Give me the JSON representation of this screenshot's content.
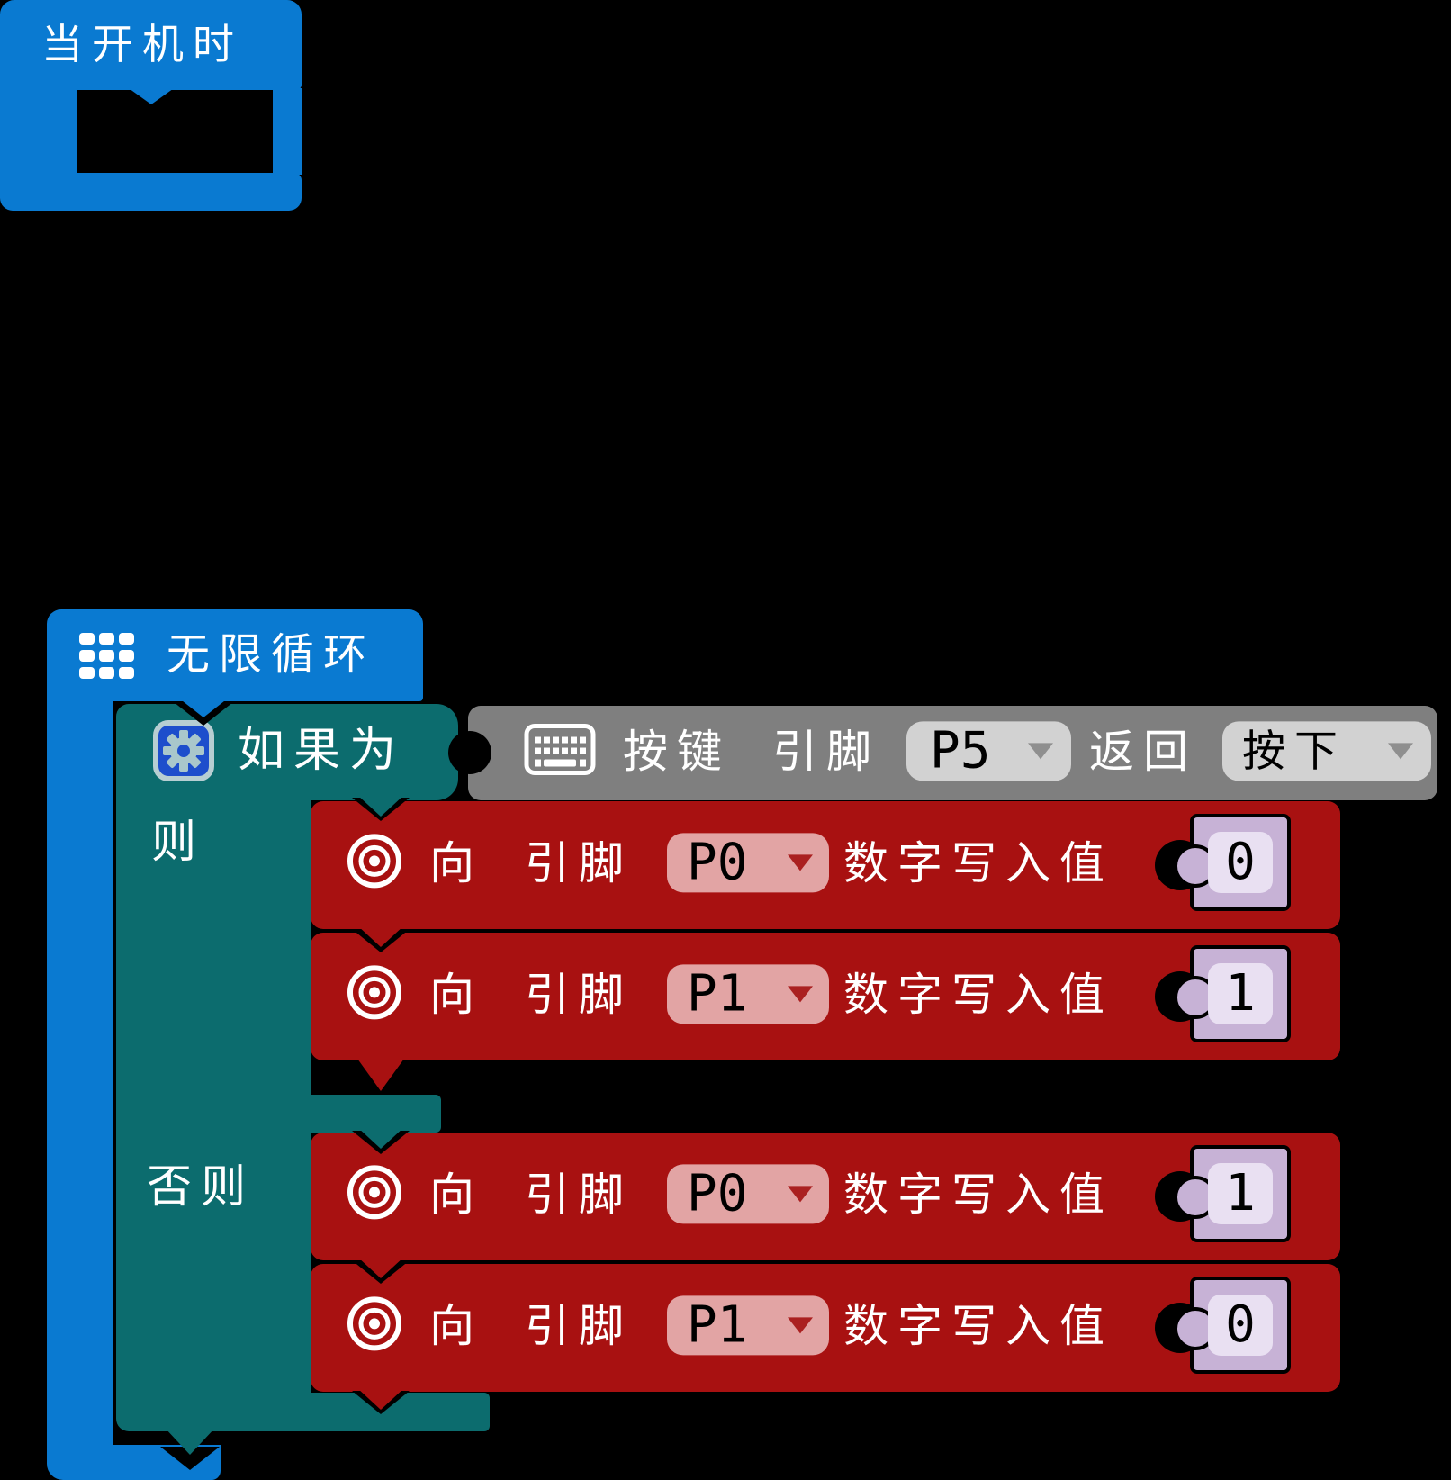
{
  "palette": {
    "blue": "#0a7ad1",
    "teal": "#0c6c6e",
    "red": "#a81111",
    "gray": "#7f7f7f",
    "light_gray": "#d2d2d2",
    "pink": "#e2a4a4",
    "purple": "#c7b2d6",
    "purple_light": "#e9e0f2",
    "gear_blue": "#1d4ecc",
    "gear_border": "#b7ced2",
    "gear_glyph": "#a9c7cb",
    "tri_gray": "#8f8f8f",
    "tri_red": "#aa2020",
    "white": "#ffffff",
    "black": "#000000"
  },
  "icons": {
    "forever": "grid-icon",
    "if_mutator": "gear-icon",
    "condition": "keyboard-icon",
    "digital_write": "target-icon",
    "dropdown": "chevron-down-icon"
  },
  "blocks": {
    "on_start": {
      "label": "当开机时"
    },
    "forever": {
      "label": "无限循环"
    },
    "if": {
      "if_label": "如果为",
      "then_label": "则",
      "else_label": "否则"
    },
    "condition": {
      "keyword": "按键",
      "pin_label": "引脚",
      "pin_value": "P5",
      "return_label": "返回",
      "state_value": "按下"
    },
    "statements": [
      {
        "branch": "then",
        "prefix": "向",
        "pin_label": "引脚",
        "pin": "P0",
        "action": "数字写入值",
        "value": "0"
      },
      {
        "branch": "then",
        "prefix": "向",
        "pin_label": "引脚",
        "pin": "P1",
        "action": "数字写入值",
        "value": "1"
      },
      {
        "branch": "else",
        "prefix": "向",
        "pin_label": "引脚",
        "pin": "P0",
        "action": "数字写入值",
        "value": "1"
      },
      {
        "branch": "else",
        "prefix": "向",
        "pin_label": "引脚",
        "pin": "P1",
        "action": "数字写入值",
        "value": "0"
      }
    ]
  }
}
